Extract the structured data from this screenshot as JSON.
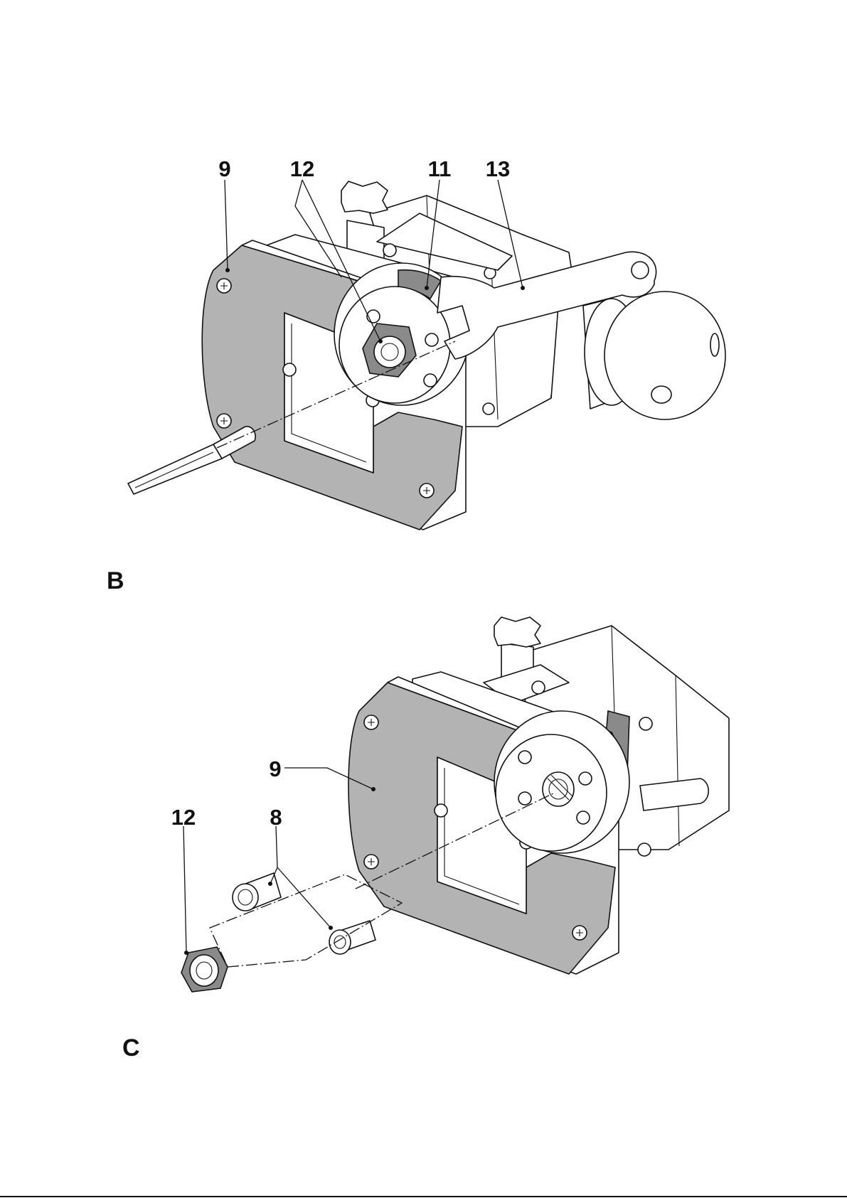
{
  "figure_b": {
    "letter": "B",
    "callouts": {
      "plate": "9",
      "nut": "12",
      "ring": "11",
      "wrench": "13"
    }
  },
  "figure_c": {
    "letter": "C",
    "callouts": {
      "plate": "9",
      "nut": "12",
      "collets": "8"
    }
  },
  "colors": {
    "part_fill": "#b3b3b3",
    "outline": "#111111",
    "paper": "#ffffff"
  },
  "footer_rule": true
}
